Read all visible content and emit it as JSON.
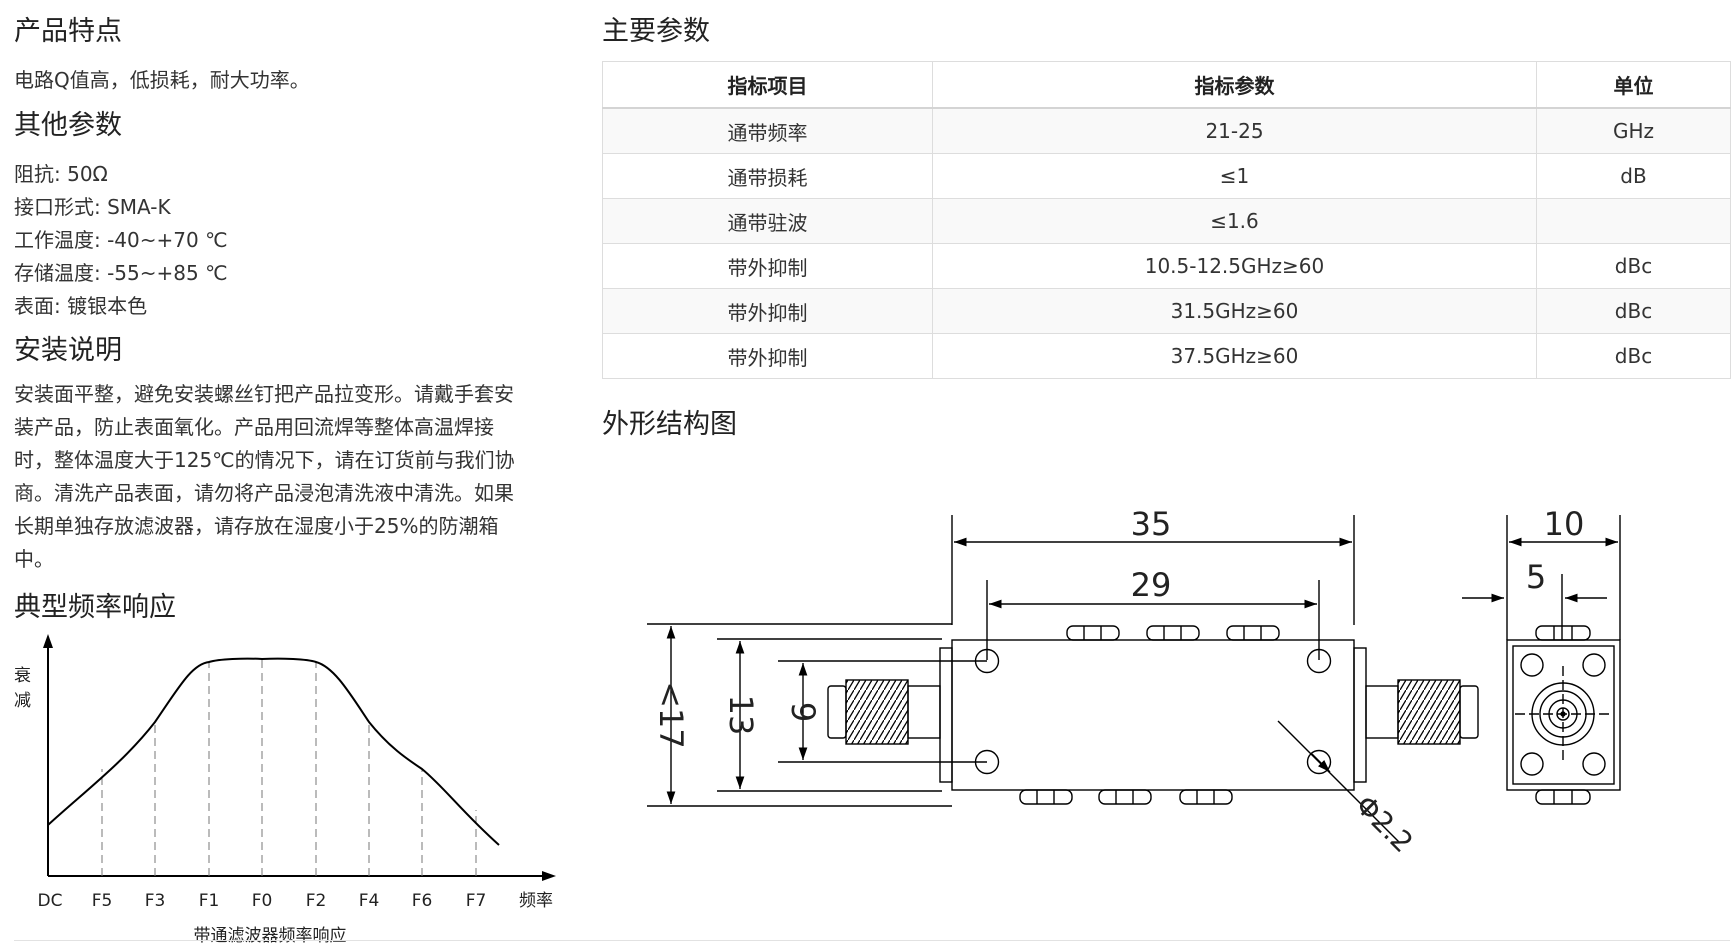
{
  "left": {
    "features": {
      "title": "产品特点",
      "text": "电路Q值高，低损耗，耐大功率。"
    },
    "other": {
      "title": "其他参数",
      "items": [
        "阻抗: 50Ω",
        "接口形式: SMA-K",
        "工作温度: -40~+70 ℃",
        "存储温度: -55~+85 ℃",
        "表面: 镀银本色"
      ]
    },
    "install": {
      "title": "安装说明",
      "lines": [
        "安装面平整，避免安装螺丝钉把产品拉变形。请戴手套安",
        "装产品，防止表面氧化。产品用回流焊等整体高温焊接",
        "时，整体温度大于125℃的情况下，请在订货前与我们协",
        "商。清洗产品表面，请勿将产品浸泡清洗液中清洗。如果",
        "长期单独存放滤波器，请存放在湿度小于25%的防潮箱",
        "中。"
      ]
    },
    "response": {
      "title": "典型频率响应",
      "y_label_1": "衰",
      "y_label_2": "减",
      "x_ticks": [
        "DC",
        "F5",
        "F3",
        "F1",
        "F0",
        "F2",
        "F4",
        "F6",
        "F7"
      ],
      "x_axis_label": "频率",
      "caption": "带通滤波器频率响应"
    }
  },
  "right": {
    "params_title": "主要参数",
    "table": {
      "headers": [
        "指标项目",
        "指标参数",
        "单位"
      ],
      "rows": [
        [
          "通带频率",
          "21-25",
          "GHz"
        ],
        [
          "通带损耗",
          "≤1",
          "dB"
        ],
        [
          "通带驻波",
          "≤1.6",
          ""
        ],
        [
          "带外抑制",
          "10.5-12.5GHz≥60",
          "dBc"
        ],
        [
          "带外抑制",
          "31.5GHz≥60",
          "dBc"
        ],
        [
          "带外抑制",
          "37.5GHz≥60",
          "dBc"
        ]
      ]
    },
    "outline_title": "外形结构图",
    "dimensions": {
      "length": "35",
      "hole_spacing": "29",
      "height": "<17",
      "width_side": "13",
      "hole_offset": "9",
      "hole_dia": "Φ2.2",
      "depth": "10",
      "half_depth": "5"
    }
  }
}
